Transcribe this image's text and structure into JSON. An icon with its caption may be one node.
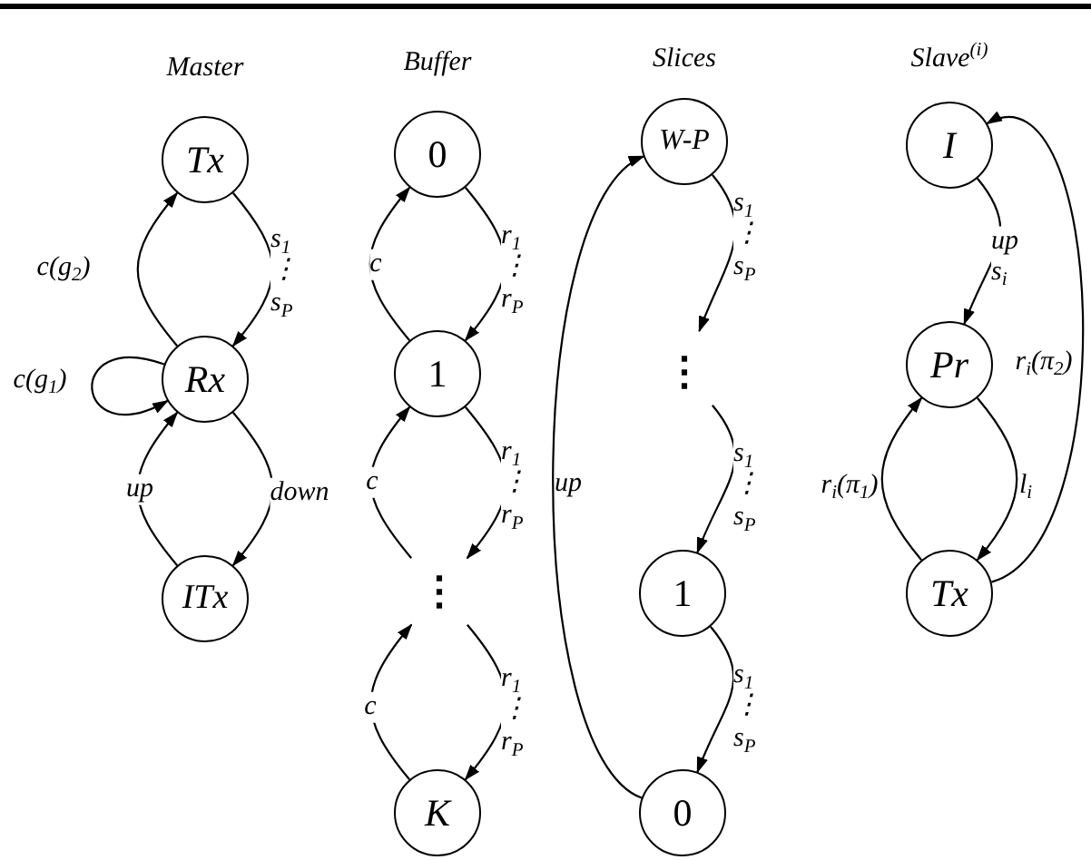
{
  "diagram": {
    "nodes": [
      {
        "text": [
          "Tx"
        ]
      },
      {
        "text": [
          "Rx"
        ]
      },
      {
        "text": [
          "ITx"
        ]
      },
      {
        "text": [
          "0"
        ]
      },
      {
        "text": [
          "1"
        ]
      },
      {
        "text": [
          "⋮"
        ]
      },
      {
        "text": [
          "K"
        ]
      },
      {
        "text": [
          "W-P"
        ]
      },
      {
        "text": [
          "⋮"
        ]
      },
      {
        "text": [
          "1"
        ]
      },
      {
        "text": [
          "0"
        ]
      },
      {
        "text": [
          "I"
        ]
      },
      {
        "text": [
          "Pr"
        ]
      },
      {
        "text": [
          "Tx"
        ]
      }
    ],
    "edges": [
      {
        "from": 1,
        "to": 0,
        "arrow": "to",
        "label": "c(g$_{2}$)"
      },
      {
        "from": 0,
        "to": 1,
        "arrow": "to",
        "label": "s$_{1}$ ⋮ s$_{P}$"
      },
      {
        "from": 1,
        "to": 1,
        "arrow": "to",
        "label": "c(g$_{1}$)"
      },
      {
        "from": 2,
        "to": 1,
        "arrow": "to",
        "label": "up"
      },
      {
        "from": 1,
        "to": 2,
        "arrow": "to",
        "label": "down"
      },
      {
        "from": 4,
        "to": 3,
        "arrow": "to",
        "label": "c"
      },
      {
        "from": 3,
        "to": 4,
        "arrow": "to",
        "label": "r$_{1}$ ⋮ r$_{P}$"
      },
      {
        "from": 5,
        "to": 4,
        "arrow": "to",
        "label": "c"
      },
      {
        "from": 4,
        "to": 5,
        "arrow": "to",
        "label": "r$_{1}$ ⋮ r$_{P}$"
      },
      {
        "from": 6,
        "to": 5,
        "arrow": "to",
        "label": "c"
      },
      {
        "from": 5,
        "to": 6,
        "arrow": "to",
        "label": "r$_{1}$ ⋮ r$_{P}$"
      },
      {
        "from": 7,
        "to": 8,
        "arrow": "to",
        "label": "s$_{1}$ ⋮ s$_{P}$"
      },
      {
        "from": 8,
        "to": 9,
        "arrow": "to",
        "label": "s$_{1}$ ⋮ s$_{P}$"
      },
      {
        "from": 9,
        "to": 10,
        "arrow": "to",
        "label": "s$_{1}$ ⋮ s$_{P}$"
      },
      {
        "from": 10,
        "to": 7,
        "arrow": "to",
        "label": "up"
      },
      {
        "from": 11,
        "to": 12,
        "arrow": "to",
        "label": "up s$_{i}$"
      },
      {
        "from": 13,
        "to": 12,
        "arrow": "to",
        "label": "r$_{i}$(π$_{1}$)"
      },
      {
        "from": 12,
        "to": 13,
        "arrow": "to",
        "label": "l$_{i}$"
      },
      {
        "from": 13,
        "to": 11,
        "arrow": "to",
        "label": "r$_{i}$(π$_{2}$)"
      }
    ],
    "labels": [
      "Master",
      "Buffer",
      "Slices",
      "Slave$^{(i)}$"
    ]
  }
}
